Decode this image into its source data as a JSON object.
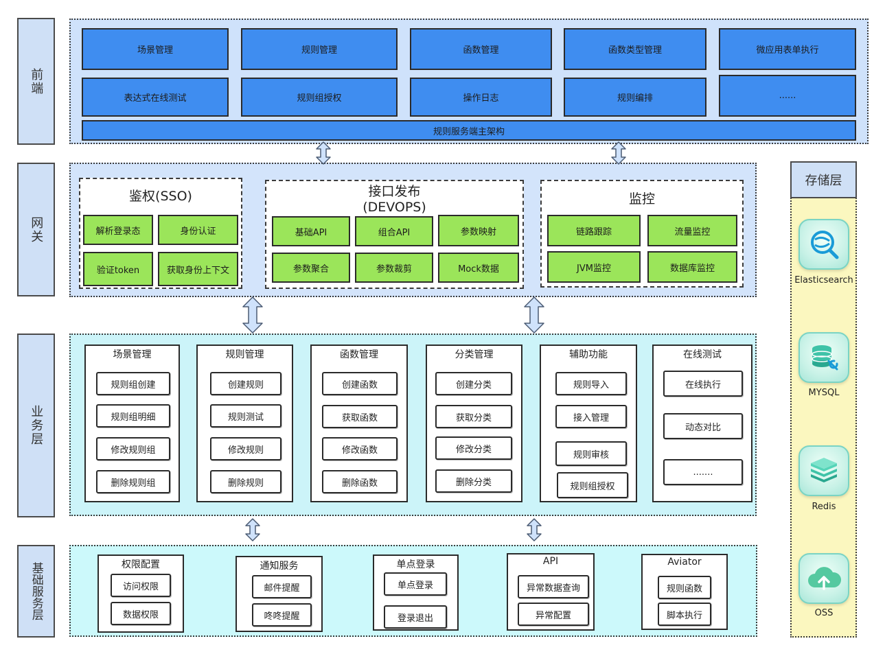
{
  "layers": {
    "frontend": "前端",
    "gateway": "网关",
    "business": "业务层",
    "foundation": "基础服务层",
    "storage": "存储层"
  },
  "frontend": {
    "row1": [
      "场景管理",
      "规则管理",
      "函数管理",
      "函数类型管理",
      "微应用表单执行"
    ],
    "row2": [
      "表达式在线测试",
      "规则组授权",
      "操作日志",
      "规则编排",
      "......"
    ],
    "bar": "规则服务端主架构"
  },
  "gateway": {
    "auth": {
      "title": "鉴权(SSO)",
      "items": [
        "解析登录态",
        "身份认证",
        "验证token",
        "获取身份上下文"
      ]
    },
    "publish": {
      "title_line1": "接口发布",
      "title_line2": "(DEVOPS)",
      "items": [
        "基础API",
        "组合API",
        "参数映射",
        "参数聚合",
        "参数裁剪",
        "Mock数据"
      ]
    },
    "monitor": {
      "title": "监控",
      "items": [
        "链路跟踪",
        "流量监控",
        "JVM监控",
        "数据库监控"
      ]
    }
  },
  "business": {
    "cards": [
      {
        "title": "场景管理",
        "items": [
          "规则组创建",
          "规则组明细",
          "修改规则组",
          "删除规则组"
        ]
      },
      {
        "title": "规则管理",
        "items": [
          "创建规则",
          "规则测试",
          "修改规则",
          "删除规则"
        ]
      },
      {
        "title": "函数管理",
        "items": [
          "创建函数",
          "获取函数",
          "修改函数",
          "删除函数"
        ]
      },
      {
        "title": "分类管理",
        "items": [
          "创建分类",
          "获取分类",
          "修改分类",
          "删除分类"
        ]
      },
      {
        "title": "辅助功能",
        "items": [
          "规则导入",
          "接入管理",
          "规则审核",
          "规则组授权"
        ]
      },
      {
        "title": "在线测试",
        "items": [
          "在线执行",
          "动态对比",
          "......."
        ]
      }
    ]
  },
  "foundation": {
    "cards": [
      {
        "title": "权限配置",
        "items": [
          "访问权限",
          "数据权限"
        ]
      },
      {
        "title": "通知服务",
        "items": [
          "邮件提醒",
          "咚咚提醒"
        ]
      },
      {
        "title": "单点登录",
        "items": [
          "单点登录",
          "登录退出"
        ]
      },
      {
        "title": "API",
        "items": [
          "异常数据查询",
          "异常配置"
        ]
      },
      {
        "title": "Aviator",
        "items": [
          "规则函数",
          "脚本执行"
        ]
      }
    ]
  },
  "storage": {
    "items": [
      {
        "label": "Elasticsearch",
        "icon": "elasticsearch-icon"
      },
      {
        "label": "MYSQL",
        "icon": "mysql-icon"
      },
      {
        "label": "Redis",
        "icon": "redis-icon"
      },
      {
        "label": "OSS",
        "icon": "oss-icon"
      }
    ]
  },
  "colors": {
    "frontend_box": "#3f8df0",
    "gateway_box": "#9be55a",
    "storage_bg": "#fbf7bf",
    "label_bg": "#cfe0f6"
  }
}
